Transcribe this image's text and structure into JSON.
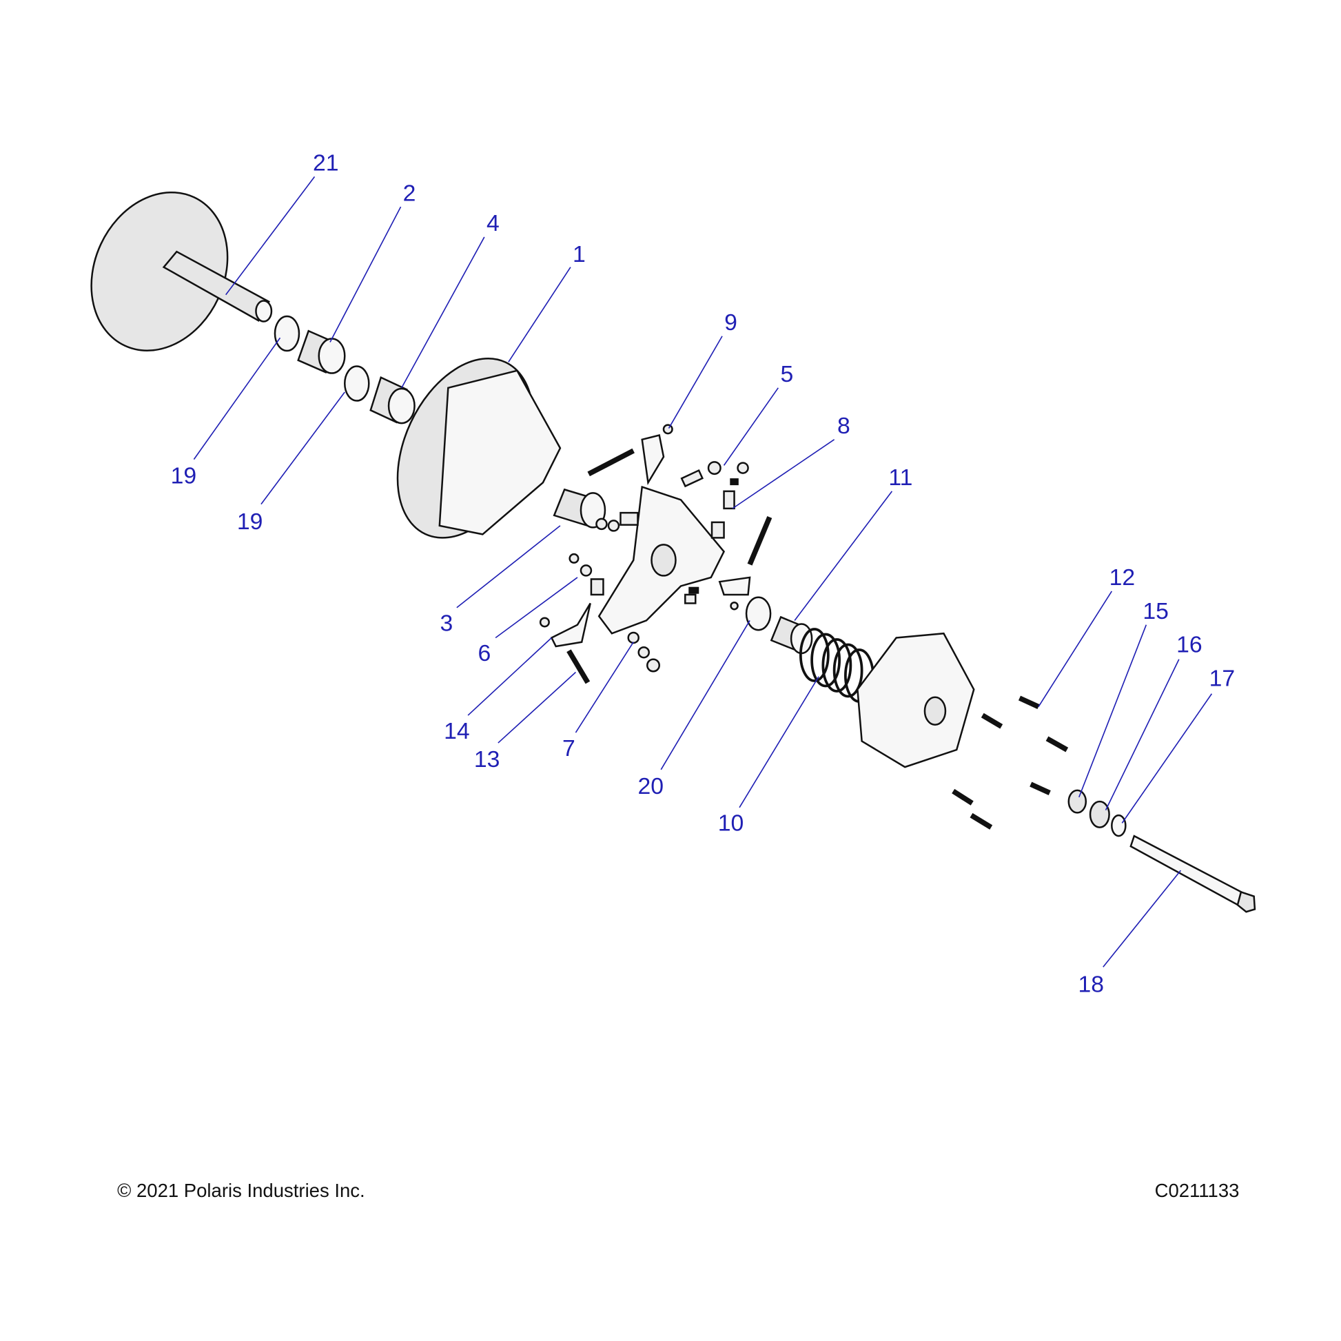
{
  "diagram": {
    "callouts": [
      "21",
      "2",
      "4",
      "1",
      "9",
      "5",
      "8",
      "11",
      "12",
      "15",
      "16",
      "17",
      "18",
      "19",
      "19",
      "3",
      "6",
      "14",
      "13",
      "7",
      "20",
      "10"
    ]
  },
  "footer": {
    "copyright": "© 2021 Polaris Industries Inc.",
    "figure_id": "C0211133"
  },
  "colors": {
    "callout": "#1f1fb4",
    "line": "#111111"
  }
}
